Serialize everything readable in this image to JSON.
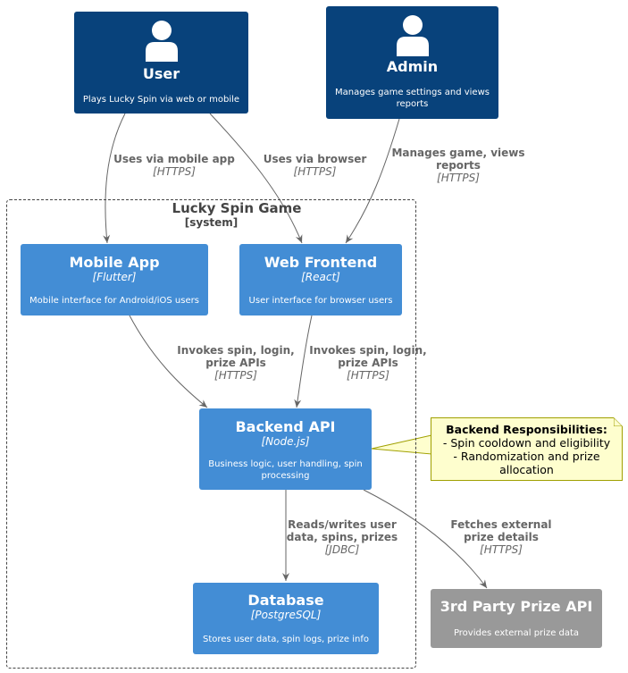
{
  "boundary": {
    "title": "Lucky Spin Game",
    "subtitle": "[system]"
  },
  "nodes": {
    "user": {
      "title": "User",
      "desc": "Plays Lucky Spin via web or mobile",
      "icon": "person-icon"
    },
    "admin": {
      "title": "Admin",
      "desc": "Manages game settings and views reports",
      "icon": "person-icon"
    },
    "mobile": {
      "title": "Mobile App",
      "tech": "[Flutter]",
      "desc": "Mobile interface for Android/iOS users"
    },
    "web": {
      "title": "Web Frontend",
      "tech": "[React]",
      "desc": "User interface for browser users"
    },
    "backend": {
      "title": "Backend API",
      "tech": "[Node.js]",
      "desc": "Business logic, user handling, spin processing"
    },
    "db": {
      "title": "Database",
      "tech": "[PostgreSQL]",
      "desc": "Stores user data, spin logs, prize info"
    },
    "ext": {
      "title": "3rd Party Prize API",
      "desc": "Provides external prize data"
    }
  },
  "edges": {
    "user_mobile": {
      "label": "Uses via mobile app",
      "proto": "[HTTPS]"
    },
    "user_web": {
      "label": "Uses via browser",
      "proto": "[HTTPS]"
    },
    "admin_web": {
      "label_1": "Manages game, views",
      "label_2": "reports",
      "proto": "[HTTPS]"
    },
    "mobile_backend": {
      "label_1": "Invokes spin, login,",
      "label_2": "prize APIs",
      "proto": "[HTTPS]"
    },
    "web_backend": {
      "label_1": "Invokes spin, login,",
      "label_2": "prize APIs",
      "proto": "[HTTPS]"
    },
    "backend_db": {
      "label_1": "Reads/writes user",
      "label_2": "data, spins, prizes",
      "proto": "[JDBC]"
    },
    "backend_ext": {
      "label_1": "Fetches external",
      "label_2": "prize details",
      "proto": "[HTTPS]"
    }
  },
  "note": {
    "title": "Backend Responsibilities:",
    "line_1": "- Spin cooldown and eligibility",
    "line_2": "- Randomization and prize",
    "line_3": "allocation"
  },
  "colors": {
    "person": "#08427b",
    "container": "#438dd5",
    "external": "#999999",
    "edge": "#666666",
    "note_bg": "#fefece"
  }
}
